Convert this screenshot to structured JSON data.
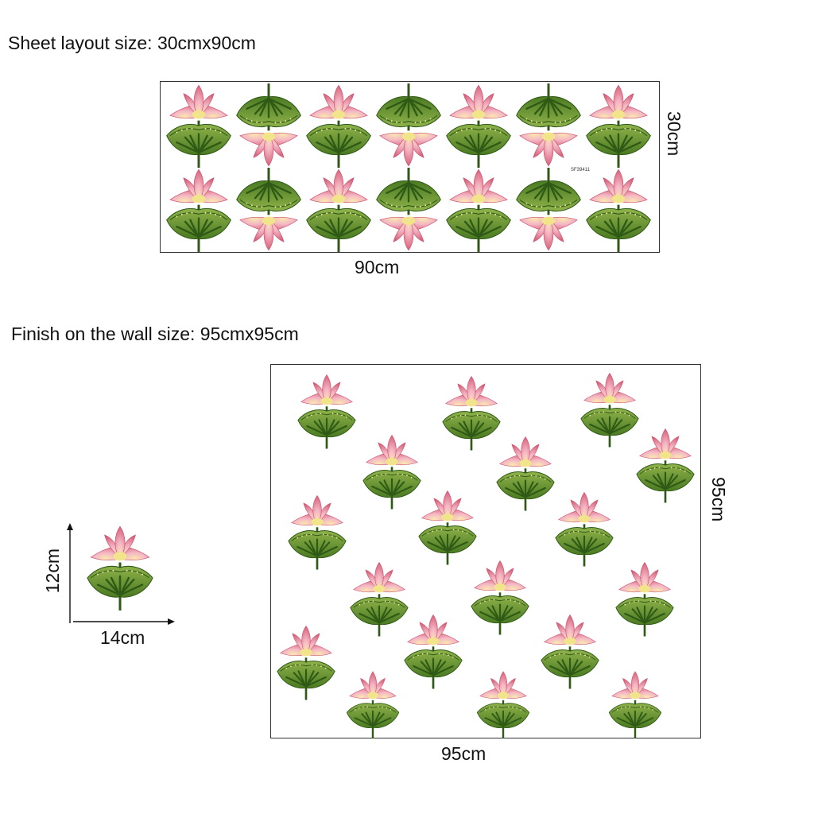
{
  "sheet": {
    "heading": "Sheet layout size: 30cmx90cm",
    "width_label": "90cm",
    "height_label": "30cm",
    "product_code": "SF39411"
  },
  "wall": {
    "heading": "Finish on the wall size: 95cmx95cm",
    "width_label": "95cm",
    "height_label": "95cm"
  },
  "single_decal": {
    "width_label": "14cm",
    "height_label": "12cm"
  },
  "colors": {
    "petal_light": "#f4b6c4",
    "petal_dark": "#d6607a",
    "center": "#f2e48a",
    "leaf_light": "#7ea33c",
    "leaf_dark": "#2f5a16",
    "dots": "#f1e8a0"
  }
}
